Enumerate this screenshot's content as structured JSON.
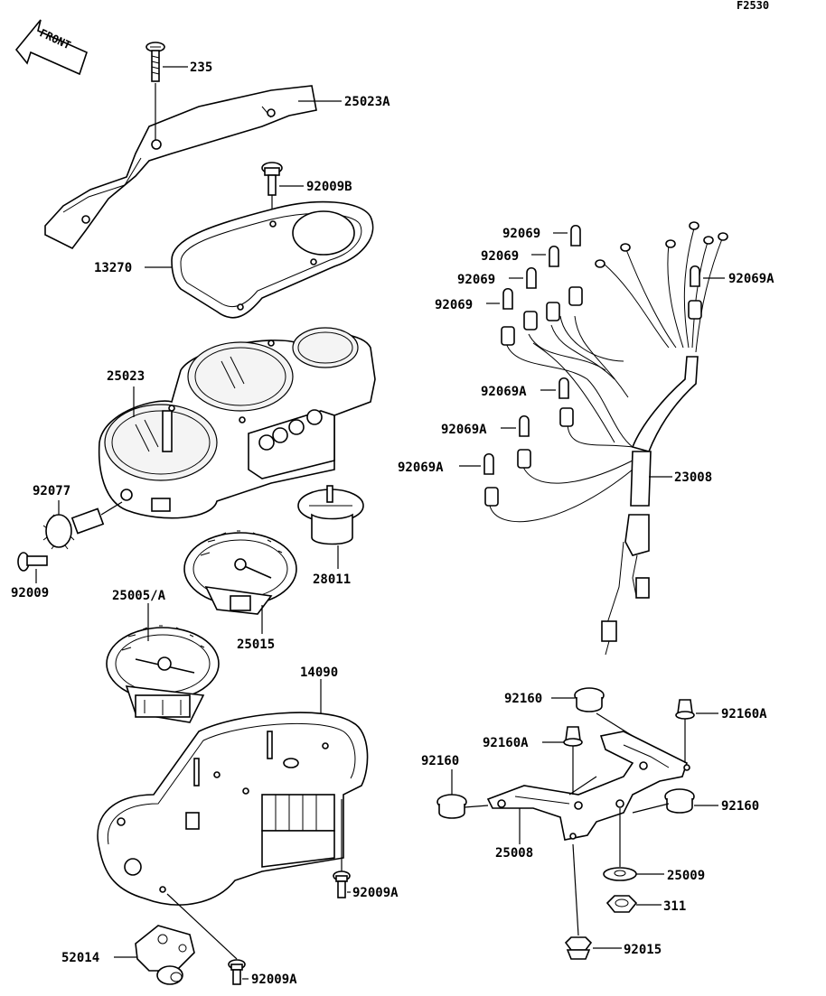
{
  "diagram_code": "F2530",
  "front_arrow": "FRONT",
  "callouts": [
    {
      "id": "c1",
      "text": "235"
    },
    {
      "id": "c2",
      "text": "25023A"
    },
    {
      "id": "c3",
      "text": "92009B"
    },
    {
      "id": "c4",
      "text": "13270"
    },
    {
      "id": "c5",
      "text": "25023"
    },
    {
      "id": "c6",
      "text": "92077"
    },
    {
      "id": "c7",
      "text": "92009"
    },
    {
      "id": "c8",
      "text": "28011"
    },
    {
      "id": "c9",
      "text": "25005/A"
    },
    {
      "id": "c10",
      "text": "25015"
    },
    {
      "id": "c11",
      "text": "14090"
    },
    {
      "id": "c12",
      "text": "92009A"
    },
    {
      "id": "c13",
      "text": "52014"
    },
    {
      "id": "c14",
      "text": "92009A"
    },
    {
      "id": "c15",
      "text": "92069"
    },
    {
      "id": "c16",
      "text": "92069"
    },
    {
      "id": "c17",
      "text": "92069"
    },
    {
      "id": "c18",
      "text": "92069"
    },
    {
      "id": "c19",
      "text": "92069A"
    },
    {
      "id": "c20",
      "text": "92069A"
    },
    {
      "id": "c21",
      "text": "92069A"
    },
    {
      "id": "c22",
      "text": "92069A"
    },
    {
      "id": "c23",
      "text": "23008"
    },
    {
      "id": "c24",
      "text": "92160"
    },
    {
      "id": "c25",
      "text": "92160A"
    },
    {
      "id": "c26",
      "text": "92160A"
    },
    {
      "id": "c27",
      "text": "92160"
    },
    {
      "id": "c28",
      "text": "92160"
    },
    {
      "id": "c29",
      "text": "25008"
    },
    {
      "id": "c30",
      "text": "25009"
    },
    {
      "id": "c31",
      "text": "311"
    },
    {
      "id": "c32",
      "text": "92015"
    }
  ]
}
